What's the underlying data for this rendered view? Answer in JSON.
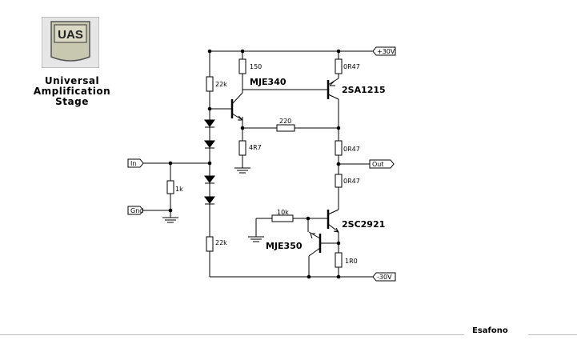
{
  "logo": {
    "badge_text": "UAS",
    "title_lines": [
      "Universal",
      "Amplification",
      "Stage"
    ]
  },
  "rails": {
    "positive": "+30V",
    "negative": "-30V",
    "input": "In",
    "ground": "Gnd",
    "output": "Out"
  },
  "components": {
    "r_top_left": "22k",
    "r_top_mid": "150",
    "r_top_right": "0R47",
    "q_driver": "MJE340",
    "q_output_top": "2SA1215",
    "r_feedback": "220",
    "r_emitter": "4R7",
    "r_mid_upper": "0R47",
    "r_mid_lower": "0R47",
    "r_input": "1k",
    "r_base": "10k",
    "q_output_bottom": "2SC2921",
    "q_driver_bottom": "MJE350",
    "r_bottom_left": "22k",
    "r_bottom_right": "1R0"
  },
  "footer": {
    "credit": "Esafono"
  },
  "colors": {
    "wire": "#000000",
    "resistor_fill": "#ffffff",
    "port_fill": "#ffffff",
    "logo_bg": "#c8c8b0"
  }
}
